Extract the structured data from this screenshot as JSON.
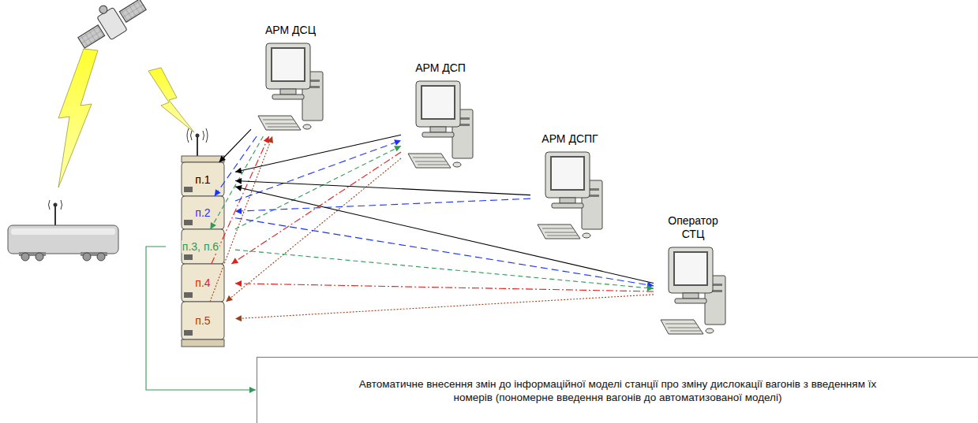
{
  "diagram": {
    "nodes": [
      {
        "text": [
          "АРМ ДСЦ"
        ]
      },
      {
        "text": [
          "АРМ ДСП"
        ]
      },
      {
        "text": [
          "АРМ ДСПГ"
        ]
      },
      {
        "text": [
          "Оператор СТЦ"
        ]
      },
      {
        "text": [
          "п.1"
        ]
      },
      {
        "text": [
          "п.2"
        ]
      },
      {
        "text": [
          "п.3, п.6"
        ]
      },
      {
        "text": [
          "п.4"
        ]
      },
      {
        "text": [
          "п.5"
        ]
      },
      {
        "text": [
          "Автоматичне внесення змін до інформаційної моделі станції про зміну дислокації вагонів з введенням їх номерів (пономерне введення вагонів до автоматизованої моделі)"
        ]
      }
    ],
    "edges": [
      {
        "from": 0,
        "to": 4,
        "arrow": "to"
      },
      {
        "from": 0,
        "to": 5,
        "arrow": "to"
      },
      {
        "from": 0,
        "to": 6,
        "arrow": "to"
      },
      {
        "from": 7,
        "to": 0,
        "arrow": "to"
      },
      {
        "from": 8,
        "to": 0,
        "arrow": "to"
      },
      {
        "from": 1,
        "to": 4,
        "arrow": "to"
      },
      {
        "from": 5,
        "to": 1,
        "arrow": "to"
      },
      {
        "from": 6,
        "to": 1,
        "arrow": "to"
      },
      {
        "from": 1,
        "to": 7,
        "arrow": "to"
      },
      {
        "from": 1,
        "to": 8,
        "arrow": "to"
      },
      {
        "from": 2,
        "to": 4,
        "arrow": "to"
      },
      {
        "from": 2,
        "to": 5,
        "arrow": "to"
      },
      {
        "from": 3,
        "to": 4,
        "arrow": "to"
      },
      {
        "from": 5,
        "to": 3,
        "arrow": "to"
      },
      {
        "from": 6,
        "to": 3,
        "arrow": "to"
      },
      {
        "from": 3,
        "to": 7,
        "arrow": "to"
      },
      {
        "from": 3,
        "to": 8,
        "arrow": "to"
      },
      {
        "from": 6,
        "to": 9,
        "arrow": "to"
      }
    ]
  }
}
